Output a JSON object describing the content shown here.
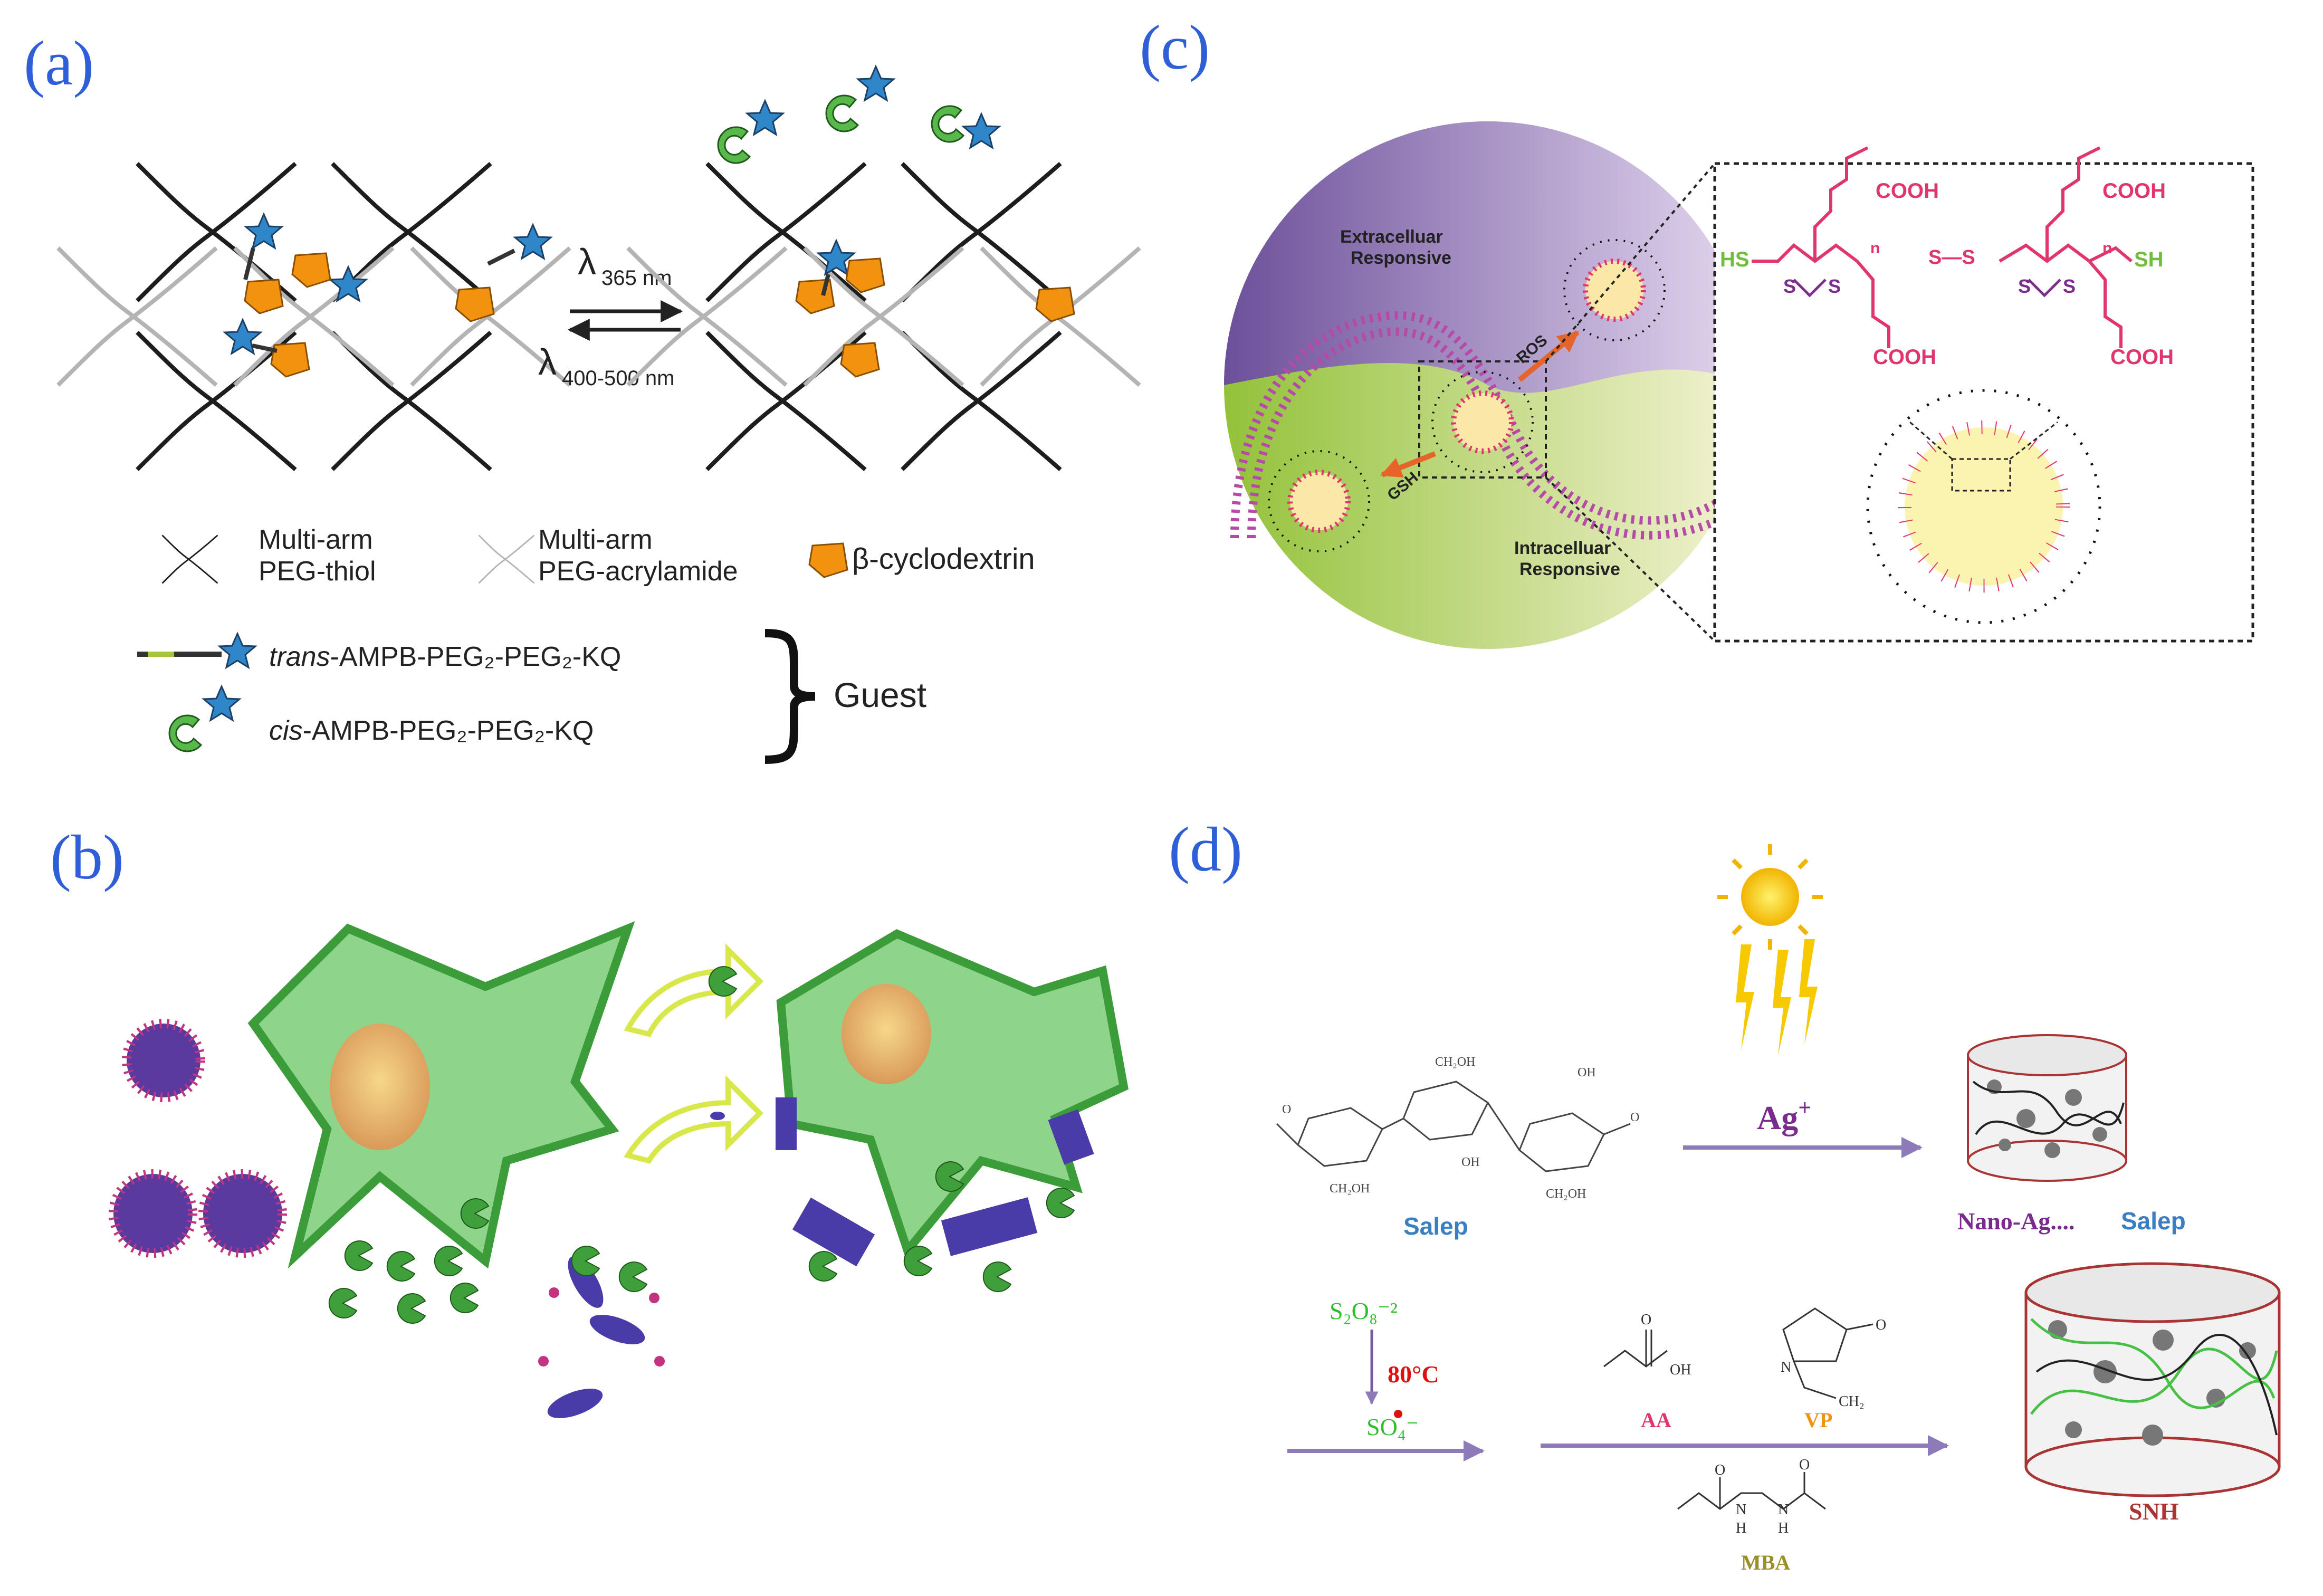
{
  "colors": {
    "panel_label": "#2f5fd8",
    "star": "#2f86c9",
    "cyclodextrin": "#f2930f",
    "crescent_green": "#3f9f3a",
    "cell_green": "#8fd48b",
    "micelle_pink": "#e0356f",
    "micelle_core_yellow": "#f4e24a",
    "membrane_purple": "#b64aa8",
    "sun_yellow": "#f7c900",
    "arrow_purple": "#8c7bb8"
  },
  "panels": {
    "a": {
      "label": "(a)",
      "forward": {
        "symbol": "λ",
        "sub": "365 nm"
      },
      "reverse": {
        "symbol": "λ",
        "sub": "400-500 nm"
      },
      "legend": {
        "thiol_line1": "Multi-arm",
        "thiol_line2": "PEG-thiol",
        "acrylamide_line1": "Multi-arm",
        "acrylamide_line2": "PEG-acrylamide",
        "cyclodextrin": "β-cyclodextrin",
        "trans_prefix": "trans",
        "trans_rest": "-AMPB-PEG₂-PEG₂-KQ",
        "cis_prefix": "cis",
        "cis_rest": "-AMPB-PEG₂-PEG₂-KQ",
        "guest": "Guest"
      }
    },
    "b": {
      "label": "(b)"
    },
    "c": {
      "label": "(c)",
      "extracellular_line1": "Extracelluar",
      "extracellular_line2": "Responsive",
      "intracellular_line1": "Intracelluar",
      "intracellular_line2": "Responsive",
      "ros": "ROS",
      "gsh": "GSH",
      "chem": {
        "cooh": "COOH",
        "hs": "HS",
        "sh": "SH",
        "ss": "S—S",
        "s": "S",
        "n": "n"
      }
    },
    "d": {
      "label": "(d)",
      "salep": "Salep",
      "ag": "Ag",
      "ag_charge": "+",
      "nano_ag": "Nano-Ag....",
      "nano_salep": "Salep",
      "persulfate": "S₂O₈⁻²",
      "temp": "80°C",
      "sulfate_radical": "SO₄⁻",
      "aa": "AA",
      "vp": "VP",
      "mba": "MBA",
      "snh": "SNH",
      "chem": {
        "ch2oh": "CH₂OH",
        "oh": "OH",
        "o": "O",
        "h": "H",
        "n": "N",
        "ch2": "CH₂"
      }
    }
  }
}
